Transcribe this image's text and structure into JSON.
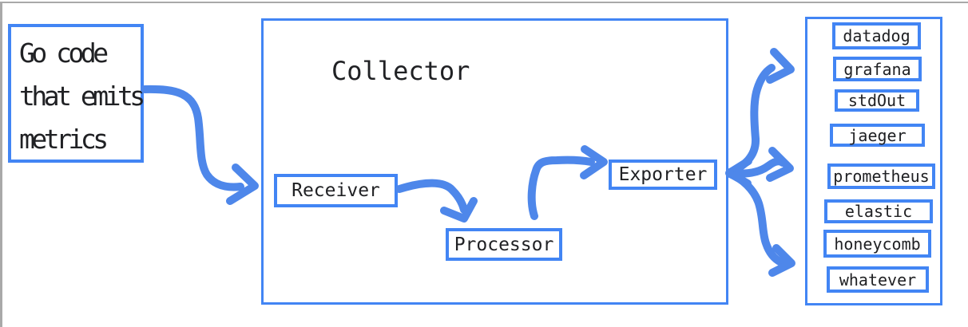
{
  "colors": {
    "accent": "#4285f4",
    "arrow": "#4e87ea",
    "text": "#202124",
    "canvas_edge": "#a9a9a9",
    "background": "#ffffff"
  },
  "source": {
    "lines": [
      "Go code",
      "that emits",
      "metrics"
    ]
  },
  "collector": {
    "title": "Collector",
    "stages": [
      {
        "label": "Receiver"
      },
      {
        "label": "Processor"
      },
      {
        "label": "Exporter"
      }
    ]
  },
  "backends": {
    "items": [
      "datadog",
      "grafana",
      "stdOut",
      "jaeger",
      "prometheus",
      "elastic",
      "honeycomb",
      "whatever"
    ]
  },
  "arrows": [
    {
      "name": "source-to-receiver",
      "from": "source-box",
      "to": "receiver"
    },
    {
      "name": "receiver-to-processor",
      "from": "receiver",
      "to": "processor"
    },
    {
      "name": "processor-to-exporter",
      "from": "processor",
      "to": "exporter"
    },
    {
      "name": "exporter-fanout-back",
      "from": "fanout-point",
      "to": "exporter"
    },
    {
      "name": "exporter-fanout-up",
      "from": "exporter",
      "to": "backends-top-group"
    },
    {
      "name": "exporter-fanout-middle",
      "from": "exporter",
      "to": "backends-middle-group"
    },
    {
      "name": "exporter-fanout-down",
      "from": "exporter",
      "to": "backends-bottom-group"
    }
  ]
}
